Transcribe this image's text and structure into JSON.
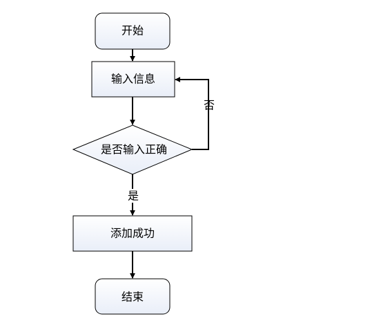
{
  "nodes": {
    "start": {
      "label": "开始"
    },
    "input": {
      "label": "输入信息"
    },
    "decision": {
      "label": "是否输入正确"
    },
    "add": {
      "label": "添加成功"
    },
    "end": {
      "label": "结束"
    }
  },
  "edges": {
    "no_label": "否",
    "yes_label": "是"
  },
  "colors": {
    "node_fill_top": "#ffffff",
    "node_fill_bottom": "#e9eef8",
    "stroke": "#000000"
  }
}
